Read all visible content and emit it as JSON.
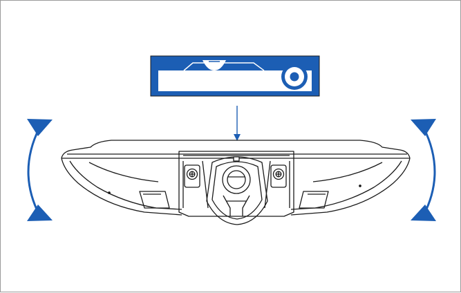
{
  "diagram": {
    "colors": {
      "accent": "#1c5eb4",
      "line": "#1a1a1a",
      "frame": "#9a9a9a",
      "background": "#ffffff"
    },
    "parts": [
      "spirit-level",
      "level-indicator-arrow",
      "camera-housing",
      "mount-bracket",
      "tilt-left-arrow",
      "tilt-right-arrow"
    ]
  }
}
